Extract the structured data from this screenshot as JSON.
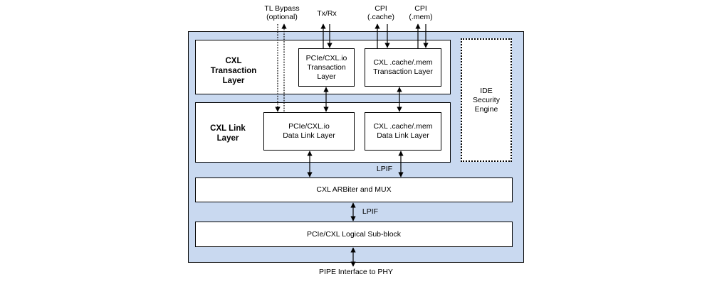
{
  "external": {
    "tl_bypass": "TL Bypass\n(optional)",
    "txrx": "Tx/Rx",
    "cpi_cache": "CPI\n(.cache)",
    "cpi_mem": "CPI\n(.mem)",
    "pipe": "PIPE Interface to PHY"
  },
  "transaction_layer": {
    "title": "CXL\nTransaction\nLayer",
    "io_block": "PCIe/CXL.io\nTransaction\nLayer",
    "cachemem_block": "CXL .cache/.mem\nTransaction Layer"
  },
  "link_layer": {
    "title": "CXL Link\nLayer",
    "io_block": "PCIe/CXL.io\nData Link Layer",
    "cachemem_block": "CXL .cache/.mem\nData Link Layer"
  },
  "ide": "IDE\nSecurity\nEngine",
  "lpif_upper": "LPIF",
  "arbiter": "CXL ARBiter and MUX",
  "lpif_lower": "LPIF",
  "logical_subblock": "PCIe/CXL Logical Sub-block"
}
